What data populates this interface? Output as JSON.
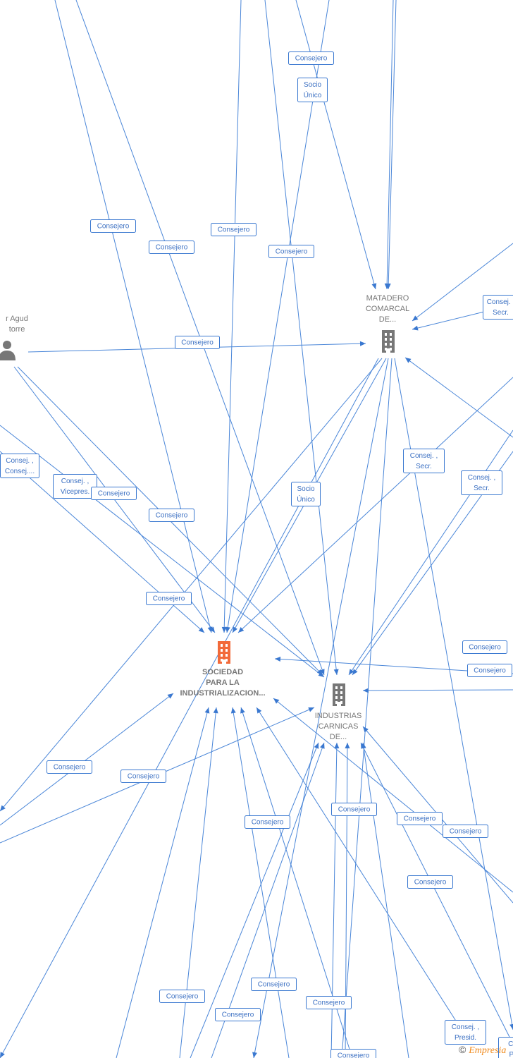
{
  "colors": {
    "edge": "#4a86d8",
    "label_border": "#3a78d0",
    "label_text": "#3a6fc2",
    "node_gray": "#777777",
    "focus_node": "#f26a3a"
  },
  "nodes": [
    {
      "id": "sociedad",
      "label": [
        "SOCIEDAD",
        "PARA LA",
        "INDUSTRIALIZACION..."
      ],
      "icon": "building-icon",
      "focus": true
    },
    {
      "id": "matadero",
      "label": [
        "MATADERO",
        "COMARCAL",
        "DE..."
      ],
      "icon": "building-icon",
      "focus": false
    },
    {
      "id": "industrias",
      "label": [
        "INDUSTRIAS",
        "CARNICAS",
        "DE..."
      ],
      "icon": "building-icon",
      "focus": false
    },
    {
      "id": "person",
      "label": [
        "r Agud",
        "torre"
      ],
      "icon": "person-icon",
      "focus": false
    }
  ],
  "edge_labels": [
    {
      "text": [
        "Consejero"
      ]
    },
    {
      "text": [
        "Socio",
        "Único"
      ]
    },
    {
      "text": [
        "Consejero"
      ]
    },
    {
      "text": [
        "Consejero"
      ]
    },
    {
      "text": [
        "Consejero"
      ]
    },
    {
      "text": [
        "Consejero"
      ]
    },
    {
      "text": [
        "Consej. ,",
        "Secr."
      ]
    },
    {
      "text": [
        "Consejero"
      ]
    },
    {
      "text": [
        "Consej. ,",
        "Consej...."
      ]
    },
    {
      "text": [
        "Consej. ,",
        "Vicepres."
      ]
    },
    {
      "text": [
        "Consejero"
      ]
    },
    {
      "text": [
        "Consej. ,",
        "Secr."
      ]
    },
    {
      "text": [
        "Consej. ,",
        "Secr."
      ]
    },
    {
      "text": [
        "Socio",
        "Único"
      ]
    },
    {
      "text": [
        "Consejero"
      ]
    },
    {
      "text": [
        "Consejero"
      ]
    },
    {
      "text": [
        "Consejero"
      ]
    },
    {
      "text": [
        "Consejero"
      ]
    },
    {
      "text": [
        "Consejero"
      ]
    },
    {
      "text": [
        "Consejero"
      ]
    },
    {
      "text": [
        "Consejero"
      ]
    },
    {
      "text": [
        "Consejero"
      ]
    },
    {
      "text": [
        "Consejero"
      ]
    },
    {
      "text": [
        "Consejero"
      ]
    },
    {
      "text": [
        "Consejero"
      ]
    },
    {
      "text": [
        "Consejero"
      ]
    },
    {
      "text": [
        "Consejero"
      ]
    },
    {
      "text": [
        "Consejero"
      ]
    },
    {
      "text": [
        "Consejero"
      ]
    },
    {
      "text": [
        "Consej. ,",
        "Presid."
      ]
    },
    {
      "text": [
        "Consejero"
      ]
    },
    {
      "text": [
        "Co",
        "Pr"
      ]
    }
  ],
  "copyright": {
    "symbol": "©",
    "brand": "Empresia"
  }
}
